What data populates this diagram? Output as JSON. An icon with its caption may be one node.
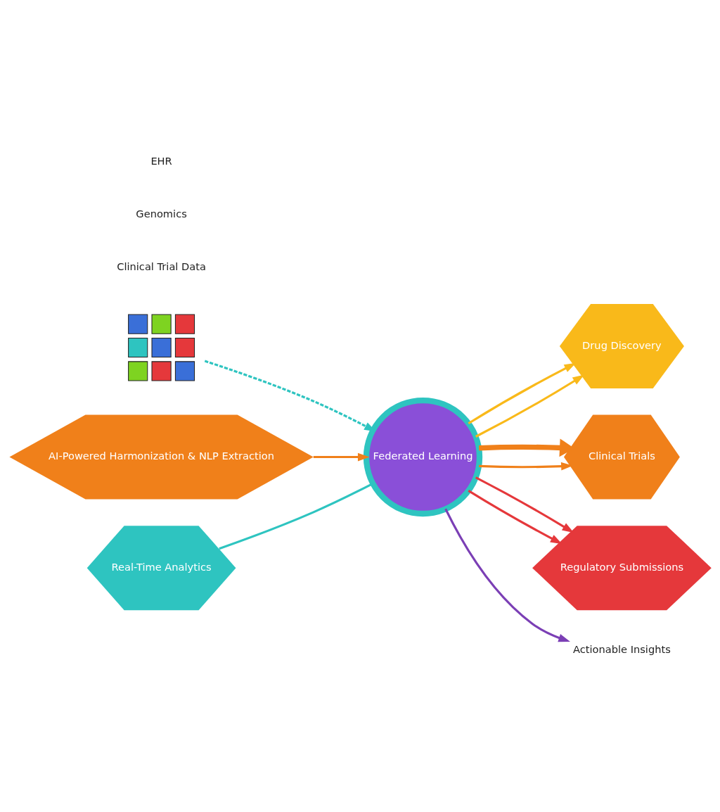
{
  "diagram": {
    "nodes": [
      {
        "text": [],
        "shape": "picture"
      },
      {
        "text": [
          "Federated Learning"
        ]
      },
      {
        "text": [
          "AI-Powered Harmonization & NLP Extraction"
        ]
      },
      {
        "text": [
          "Real-Time Analytics"
        ]
      },
      {
        "text": [
          "Drug Discovery"
        ]
      },
      {
        "text": [
          "Clinical Trials"
        ]
      },
      {
        "text": [
          "Regulatory Submissions"
        ]
      },
      {
        "text": [
          "Actionable Insights"
        ]
      }
    ],
    "edges": [
      {
        "from": 0,
        "to": 1,
        "arrow": "to",
        "style": "dashed",
        "color": "#2ec4c0"
      },
      {
        "from": 2,
        "to": 1,
        "arrow": "to",
        "color": "#f0801a"
      },
      {
        "from": 3,
        "to": 1,
        "arrow": "none",
        "color": "#2ec4c0"
      },
      {
        "from": 1,
        "to": 4,
        "arrow": "to",
        "color": "#f9b91a"
      },
      {
        "from": 1,
        "to": 4,
        "arrow": "to",
        "color": "#f9b91a"
      },
      {
        "from": 1,
        "to": 5,
        "arrow": "to",
        "color": "#f0801a"
      },
      {
        "from": 1,
        "to": 5,
        "arrow": "to",
        "style": "thick",
        "color": "#f0801a"
      },
      {
        "from": 1,
        "to": 6,
        "arrow": "to",
        "color": "#e5383b"
      },
      {
        "from": 1,
        "to": 6,
        "arrow": "to",
        "color": "#e5383b"
      },
      {
        "from": 1,
        "to": 7,
        "arrow": "to",
        "color": "#7b3fb5"
      }
    ],
    "labels": [
      "EHR",
      "Genomics",
      "Clinical Trial Data"
    ]
  }
}
